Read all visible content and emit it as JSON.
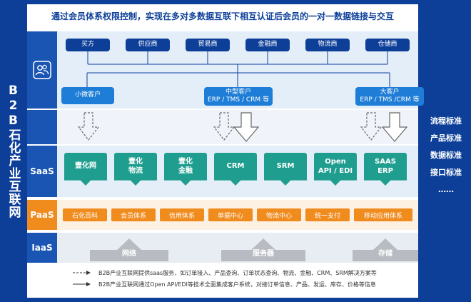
{
  "side_title": "B2B石化产业互联网",
  "header": "通过会员体系权限控制，实现在多对多数据互联下相互认证后会员的一对一数据链接与交互",
  "top": {
    "icon": "users-icon",
    "members": [
      "买方",
      "供应商",
      "贸易商",
      "金融商",
      "物流商",
      "仓储商"
    ],
    "customers": [
      {
        "line1": "小微客户",
        "line2": ""
      },
      {
        "line1": "中型客户",
        "line2": "ERP / TMS / CRM 等"
      },
      {
        "line1": "大客户",
        "line2": "ERP / TMS /CRM 等"
      }
    ]
  },
  "saas": {
    "label": "SaaS",
    "items": [
      {
        "line1": "壹化网",
        "line2": ""
      },
      {
        "line1": "壹化",
        "line2": "物流"
      },
      {
        "line1": "壹化",
        "line2": "金融"
      },
      {
        "line1": "CRM",
        "line2": ""
      },
      {
        "line1": "SRM",
        "line2": ""
      },
      {
        "line1": "Open",
        "line2": "API / EDI"
      },
      {
        "line1": "SAAS",
        "line2": "ERP"
      }
    ]
  },
  "paas": {
    "label": "PaaS",
    "items": [
      "石化百科",
      "会员体系",
      "信用体系",
      "单据中心",
      "物流中心",
      "统一支付",
      "移动应用体系"
    ]
  },
  "iaas": {
    "label": "IaaS",
    "items": [
      "网络",
      "服务器",
      "存储"
    ]
  },
  "legend": [
    "B2B产业互联网提供saas服务，如订单接入、产品查询、订单状态查询、物流、金融、CRM、SRM解决方案等",
    "B2B产业互联网通过Open API/EDI等技术全面集成客户系统，对接订单信息、产品、发运、库存、价格等信息"
  ],
  "standards": [
    "流程标准",
    "产品标准",
    "数据标准",
    "接口标准",
    "……"
  ],
  "colors": {
    "navy": "#0d3f99",
    "blue": "#1e7dd6",
    "teal": "#1f9e8f",
    "orange": "#f08b1e",
    "gray": "#b8bcc2"
  }
}
